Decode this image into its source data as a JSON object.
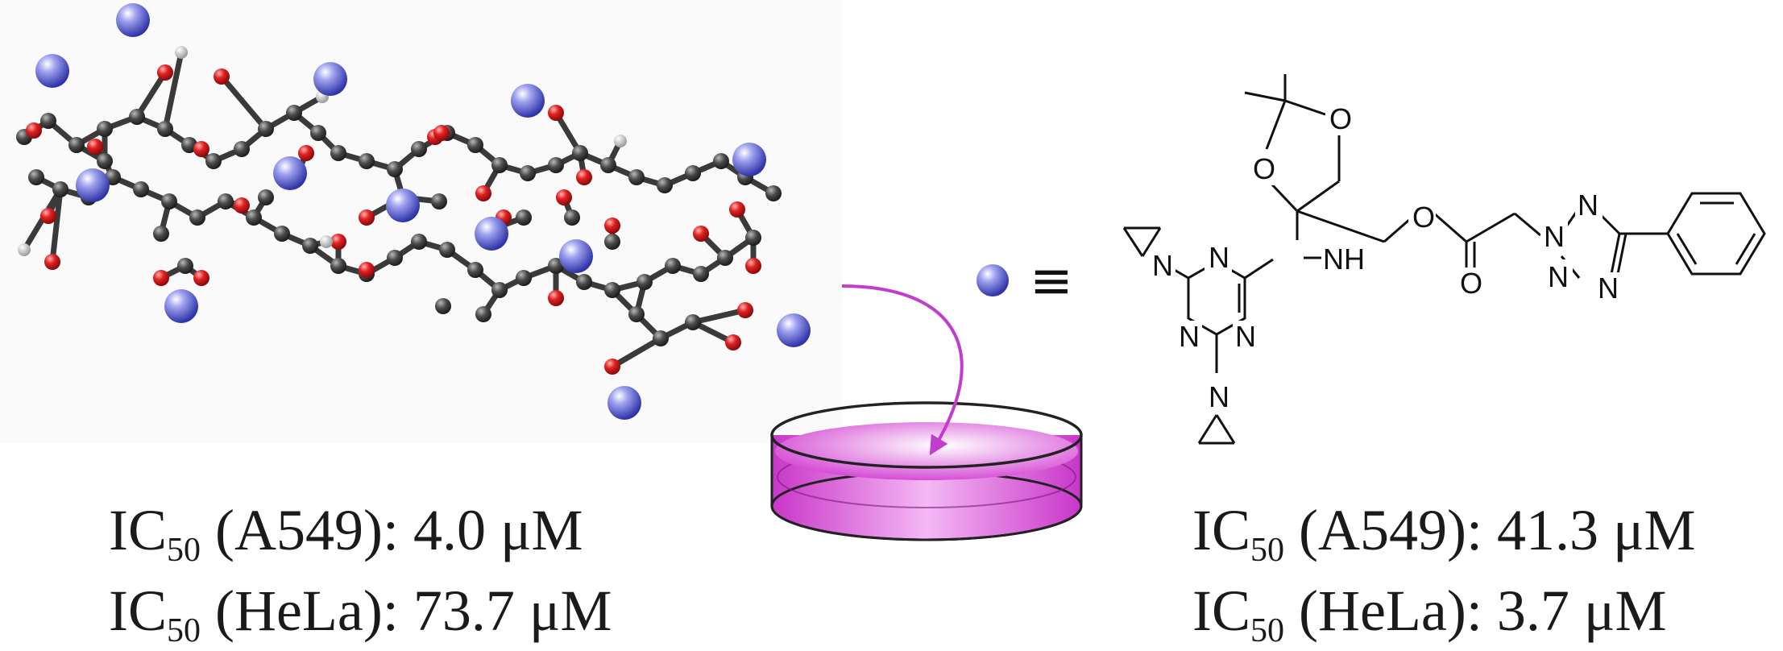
{
  "left_result": {
    "line1": {
      "prefix": "IC",
      "sub": "50",
      "rest": " (A549): 4.0 μM"
    },
    "line2": {
      "prefix": "IC",
      "sub": "50",
      "rest": " (HeLa): 73.7 μM"
    }
  },
  "right_result": {
    "line1": {
      "prefix": "IC",
      "sub": "50",
      "rest": " (A549): 41.3 μM"
    },
    "line2": {
      "prefix": "IC",
      "sub": "50",
      "rest": " (HeLa): 3.7 μM"
    }
  },
  "legend": {
    "symbol": "≡"
  },
  "structure_labels": {
    "O_ring_top": "O",
    "O_ring_left": "O",
    "O_ester": "O",
    "O_carbonyl": "O",
    "NH": "NH",
    "N_aziridine_1": "N",
    "N_aziridine_2": "N",
    "N_triazine_top": "N",
    "N_triazine_left": "N",
    "N_triazine_right": "N",
    "N_tetrazole_1": "N",
    "N_tetrazole_2": "N",
    "N_tetrazole_3": "N",
    "N_tetrazole_4": "N"
  },
  "colors": {
    "carbon": "#4a4a4a",
    "oxygen": "#d42020",
    "hydrogen": "#f2f2f2",
    "drug_sphere": "#5a5fd0",
    "arrow": "#c23ccf",
    "dish_fill": "#d64fd6"
  }
}
